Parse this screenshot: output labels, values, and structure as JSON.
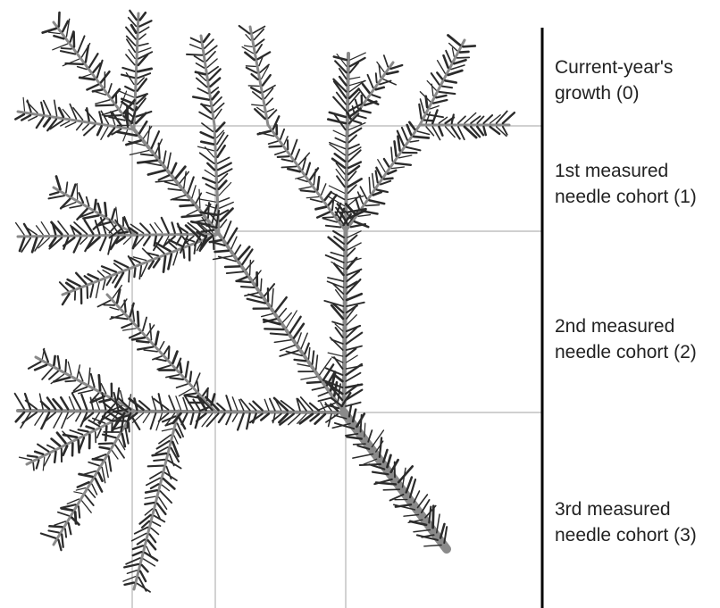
{
  "labels": [
    {
      "line1": "Current-year's",
      "line2": "growth (0)"
    },
    {
      "line1": "1st measured",
      "line2": "needle cohort (1)"
    },
    {
      "line1": "2nd measured",
      "line2": "needle cohort (2)"
    },
    {
      "line1": "3rd measured",
      "line2": "needle cohort (3)"
    }
  ],
  "colors": {
    "needle": "#2b2b2b",
    "stem": "#8a8a8a",
    "divider": "#000000",
    "grid": "#9a9a9a"
  }
}
